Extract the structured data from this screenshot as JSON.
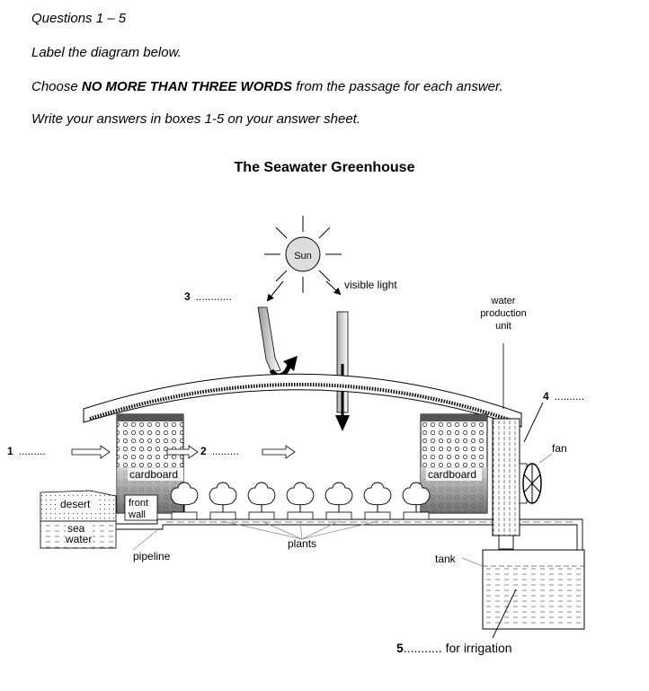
{
  "instructions": {
    "heading": "Questions 1 – 5",
    "line1": "Label the diagram below.",
    "line2_pre": "Choose ",
    "line2_bold": "NO MORE THAN THREE WORDS",
    "line2_post": " from the passage for each answer.",
    "line3": "Write your answers in boxes 1-5 on your answer sheet."
  },
  "diagram": {
    "title": "The Seawater Greenhouse",
    "labels": {
      "sun": "Sun",
      "visible_light": "visible light",
      "water_production_unit": [
        "water",
        "production",
        "unit"
      ],
      "fan": "fan",
      "cardboard_left": "cardboard",
      "cardboard_right": "cardboard",
      "front_wall": [
        "front",
        "wall"
      ],
      "desert": "desert",
      "sea_water": [
        "sea",
        "water"
      ],
      "pipeline": "pipeline",
      "plants": "plants",
      "tank": "tank",
      "for_irrigation": "for irrigation"
    },
    "blanks": [
      {
        "number": "1",
        "dots": "........."
      },
      {
        "number": "2",
        "dots": "........."
      },
      {
        "number": "3",
        "dots": "............"
      },
      {
        "number": "4",
        "dots": ".........."
      },
      {
        "number": "5",
        "dots": "..........."
      }
    ]
  }
}
